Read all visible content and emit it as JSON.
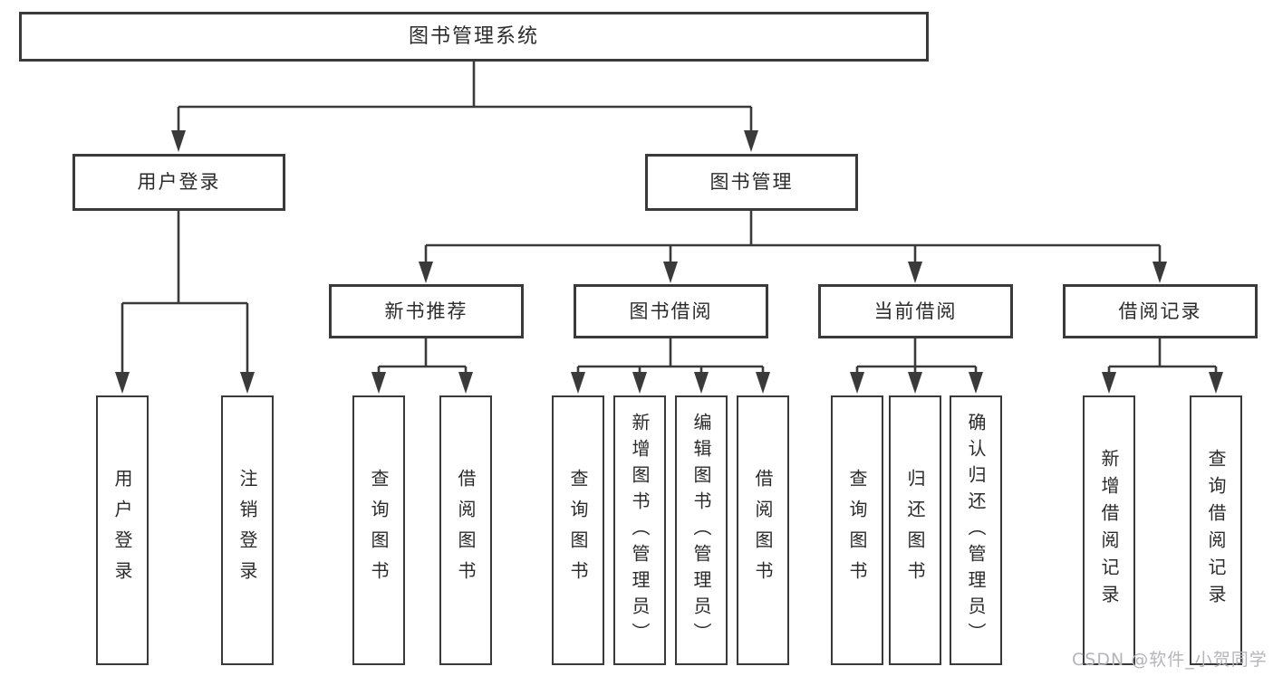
{
  "diagram_title": "图书管理系统",
  "tree": {
    "root": {
      "label": "图书管理系统"
    },
    "children": [
      {
        "label": "用户登录",
        "children": [
          {
            "label": "用户登录"
          },
          {
            "label": "注销登录"
          }
        ]
      },
      {
        "label": "图书管理",
        "children": [
          {
            "label": "新书推荐",
            "children": [
              {
                "label": "查询图书"
              },
              {
                "label": "借阅图书"
              }
            ]
          },
          {
            "label": "图书借阅",
            "children": [
              {
                "label": "查询图书"
              },
              {
                "label": "新增图书（管理员）"
              },
              {
                "label": "编辑图书（管理员）"
              },
              {
                "label": "借阅图书"
              }
            ]
          },
          {
            "label": "当前借阅",
            "children": [
              {
                "label": "查询图书"
              },
              {
                "label": "归还图书"
              },
              {
                "label": "确认归还（管理员）"
              }
            ]
          },
          {
            "label": "借阅记录",
            "children": [
              {
                "label": "新增借阅记录"
              },
              {
                "label": "查询借阅记录"
              }
            ]
          }
        ]
      }
    ]
  },
  "watermark": "CSDN @软件_小贺同学",
  "colors": {
    "line": "#3a3a3a",
    "text": "#2b2b2b",
    "box_background": "#ffffff",
    "watermark": "#b5b5b9",
    "background": "#ffffff"
  }
}
